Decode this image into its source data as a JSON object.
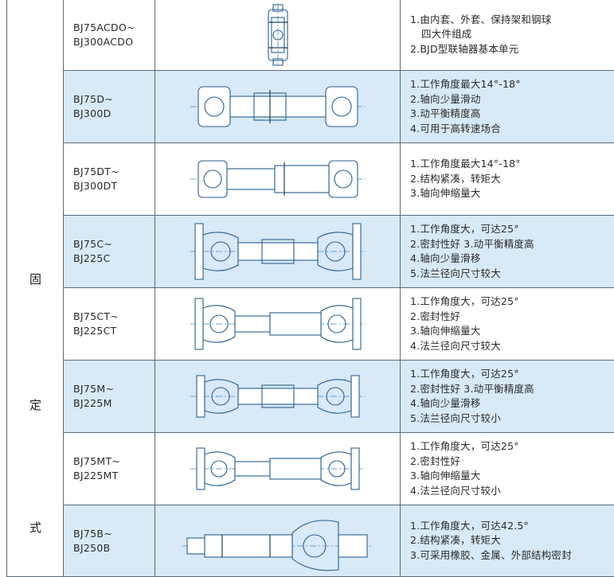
{
  "group_label": [
    "固",
    "定",
    "式"
  ],
  "rows": [
    {
      "model": [
        "BJ75ACDO~",
        "BJ300ACDO"
      ],
      "features": [
        "1.由内套、外套、保持架和钢球",
        "四大件组成",
        "2.BJD型联轴器基本单元"
      ],
      "drawing": "joint-unit-icon",
      "shaded": false
    },
    {
      "model": [
        "BJ75D~",
        "BJ300D"
      ],
      "features": [
        "1.工作角度最大14°-18°",
        "2.轴向少量滑动",
        "3.动平衡精度高",
        "4.可用于高转速场合"
      ],
      "drawing": "driveshaft-d-icon",
      "shaded": true
    },
    {
      "model": [
        "BJ75DT~",
        "BJ300DT"
      ],
      "features": [
        "1.工作角度最大14°-18°",
        "2.结构紧凑，转矩大",
        "3.轴向伸缩量大"
      ],
      "drawing": "driveshaft-dt-icon",
      "shaded": false
    },
    {
      "model": [
        "BJ75C~",
        "BJ225C"
      ],
      "features": [
        "1.工作角度大，可达25°",
        "2.密封性好  3.动平衡精度高",
        "4.轴向少量滑移",
        "5.法兰径向尺寸较大"
      ],
      "drawing": "driveshaft-c-icon",
      "shaded": true
    },
    {
      "model": [
        "BJ75CT~",
        "BJ225CT"
      ],
      "features": [
        "1.工作角度大，可达25°",
        "2.密封性好",
        "3.轴向伸缩量大",
        "4.法兰径向尺寸较大"
      ],
      "drawing": "driveshaft-ct-icon",
      "shaded": false
    },
    {
      "model": [
        "BJ75M~",
        "BJ225M"
      ],
      "features": [
        "1.工作角度大，可达25°",
        "2.密封性好  3.动平衡精度高",
        "4.轴向少量滑移",
        "5.法兰径向尺寸较小"
      ],
      "drawing": "driveshaft-m-icon",
      "shaded": true
    },
    {
      "model": [
        "BJ75MT~",
        "BJ225MT"
      ],
      "features": [
        "1.工作角度大，可达25°",
        "2.密封性好",
        "3.轴向伸缩量大",
        "4.法兰径向尺寸较小"
      ],
      "drawing": "driveshaft-mt-icon",
      "shaded": false
    },
    {
      "model": [
        "BJ75B~",
        "BJ250B"
      ],
      "features": [
        "1.工作角度大，可达42.5°",
        "2.结构紧凑，转矩大",
        "3.可采用橡胶、金属、外部结构密封"
      ],
      "drawing": "driveshaft-b-icon",
      "shaded": true
    }
  ],
  "colors": {
    "shade": "#d8e9f7",
    "line": "#2b5f8f",
    "axis": "#3f88c5",
    "border": "#5a6b7a"
  }
}
